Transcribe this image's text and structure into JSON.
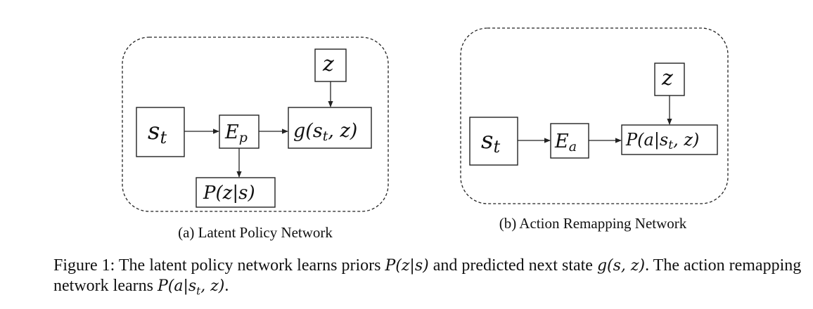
{
  "panel_a": {
    "caption": "(a) Latent Policy Network",
    "node_state": "s",
    "node_state_sub": "t",
    "node_encoder": "E",
    "node_encoder_sub": "p",
    "node_latent": "z",
    "node_transition": "g(s",
    "node_transition_sub": "t",
    "node_transition_tail": ", z)",
    "node_prior": "P(z|s)"
  },
  "panel_b": {
    "caption": "(b) Action Remapping Network",
    "node_state": "s",
    "node_state_sub": "t",
    "node_encoder": "E",
    "node_encoder_sub": "a",
    "node_latent": "z",
    "node_action": "P(a|s",
    "node_action_sub": "t",
    "node_action_tail": ", z)"
  },
  "figure_caption": {
    "part1": "Figure 1: The latent policy network learns priors ",
    "math1": "P(z|s)",
    "part2": " and predicted next state ",
    "math2": "g(s, z)",
    "part3": ". The action remapping network learns ",
    "math3": "P(a|s",
    "math3_sub": "t",
    "math3_tail": ", z)",
    "part4": "."
  }
}
